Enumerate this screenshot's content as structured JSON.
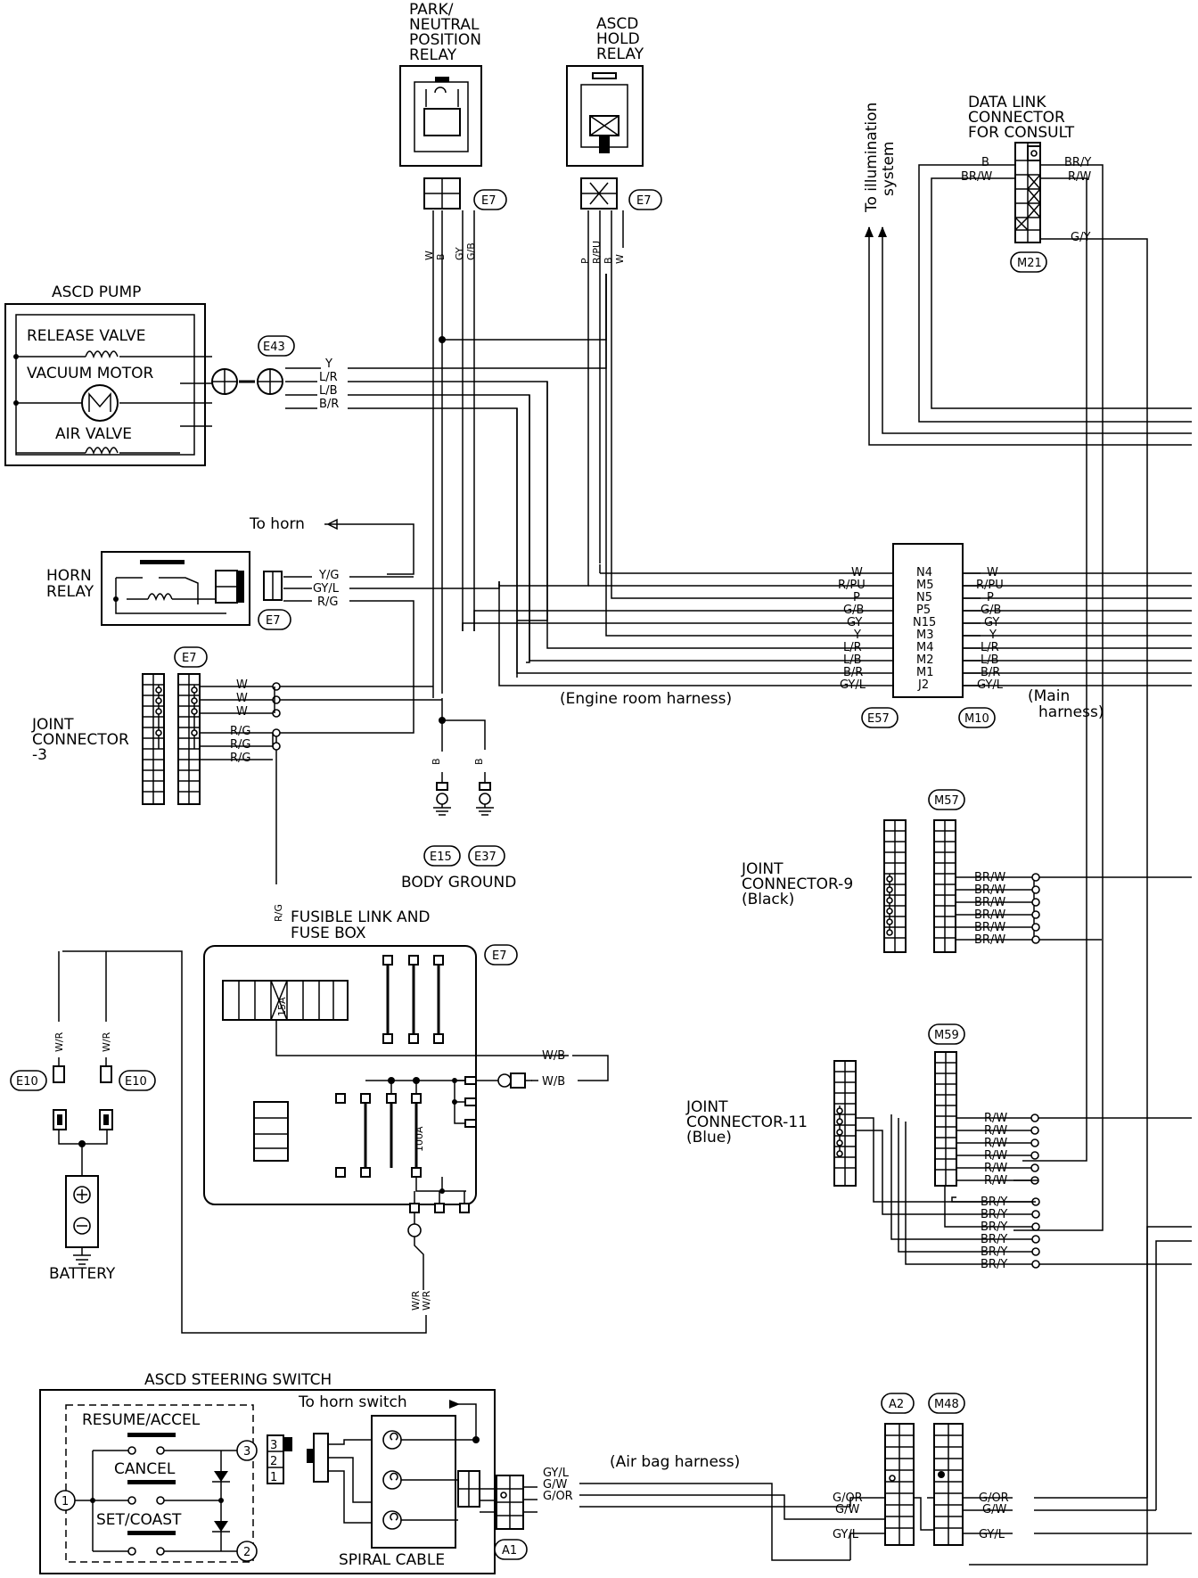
{
  "titles": {
    "park_neutral_relay": [
      "PARK/",
      "NEUTRAL",
      "POSITION",
      "RELAY"
    ],
    "ascd_hold_relay": [
      "ASCD",
      "HOLD",
      "RELAY"
    ],
    "data_link": [
      "DATA LINK",
      "CONNECTOR",
      "FOR CONSULT"
    ],
    "illumination": [
      "To illumination",
      "system"
    ],
    "ascd_pump": "ASCD PUMP",
    "release_valve": "RELEASE VALVE",
    "vacuum_motor": "VACUUM MOTOR",
    "air_valve": "AIR VALVE",
    "to_horn": "To horn",
    "horn_relay": [
      "HORN",
      "RELAY"
    ],
    "joint_connector_3": [
      "JOINT",
      "CONNECTOR",
      "-3"
    ],
    "engine_room_harness": "(Engine room harness)",
    "main_harness": [
      "(Main",
      "harness)"
    ],
    "body_ground": "BODY GROUND",
    "joint_connector_9": [
      "JOINT",
      "CONNECTOR-9",
      "(Black)"
    ],
    "fusible_link": [
      "FUSIBLE LINK AND",
      "FUSE BOX"
    ],
    "fuse_15a": "15A",
    "fuse_100a": "100A",
    "joint_connector_11": [
      "JOINT",
      "CONNECTOR-11",
      "(Blue)"
    ],
    "battery": "BATTERY",
    "steering_switch": "ASCD STEERING SWITCH",
    "to_horn_switch": "To horn switch",
    "resume": "RESUME/ACCEL",
    "cancel": "CANCEL",
    "set_coast": "SET/COAST",
    "spiral_cable": "SPIRAL CABLE",
    "air_bag_harness": "(Air bag harness)"
  },
  "connectors": {
    "E7": "E7",
    "E43": "E43",
    "M21": "M21",
    "E57": "E57",
    "M10": "M10",
    "E15": "E15",
    "E37": "E37",
    "M57": "M57",
    "M59": "M59",
    "E10": "E10",
    "A1": "A1",
    "A2": "A2",
    "M48": "M48"
  },
  "wires": {
    "pnp_relay": [
      "W",
      "B",
      "GY",
      "G/B"
    ],
    "hold_relay": [
      "P",
      "R/PU",
      "B",
      "W"
    ],
    "data_link_left": [
      "B",
      "BR/W"
    ],
    "data_link_right": [
      "BR/Y",
      "R/W",
      "G/Y"
    ],
    "pump": [
      "Y",
      "L/R",
      "L/B",
      "B/R"
    ],
    "horn": [
      "Y/G",
      "GY/L",
      "R/G"
    ],
    "jc3": [
      "W",
      "W",
      "W",
      "R/G",
      "R/G",
      "R/G"
    ],
    "ground": [
      "B",
      "B"
    ],
    "e57_left": [
      "W",
      "R/PU",
      "P",
      "G/B",
      "GY",
      "Y",
      "L/R",
      "L/B",
      "B/R",
      "GY/L"
    ],
    "e57_pins": [
      "N4",
      "M5",
      "N5",
      "P5",
      "N15",
      "M3",
      "M4",
      "M2",
      "M1",
      "J2"
    ],
    "m10_right": [
      "W",
      "R/PU",
      "P",
      "G/B",
      "GY",
      "Y",
      "L/R",
      "L/B",
      "B/R",
      "GY/L"
    ],
    "jc9": [
      "BR/W",
      "BR/W",
      "BR/W",
      "BR/W",
      "BR/W",
      "BR/W"
    ],
    "rg_vertical": "R/G",
    "wb": [
      "W/B",
      "W/B"
    ],
    "battery": [
      "W/R",
      "W/R"
    ],
    "fuse_bottom": [
      "W/R",
      "W/R"
    ],
    "jc11_rw": [
      "R/W",
      "R/W",
      "R/W",
      "R/W",
      "R/W",
      "R/W"
    ],
    "jc11_bry": [
      "BR/Y",
      "BR/Y",
      "BR/Y",
      "BR/Y",
      "BR/Y",
      "BR/Y"
    ],
    "a1": [
      "GY/L",
      "G/W",
      "G/OR"
    ],
    "a2": [
      "G/OR",
      "G/W",
      "GY/L"
    ],
    "m48": [
      "G/OR",
      "G/W",
      "GY/L"
    ]
  },
  "switch_pins": [
    "1",
    "2",
    "3"
  ],
  "spiral_pins": [
    "3",
    "2",
    "1"
  ]
}
